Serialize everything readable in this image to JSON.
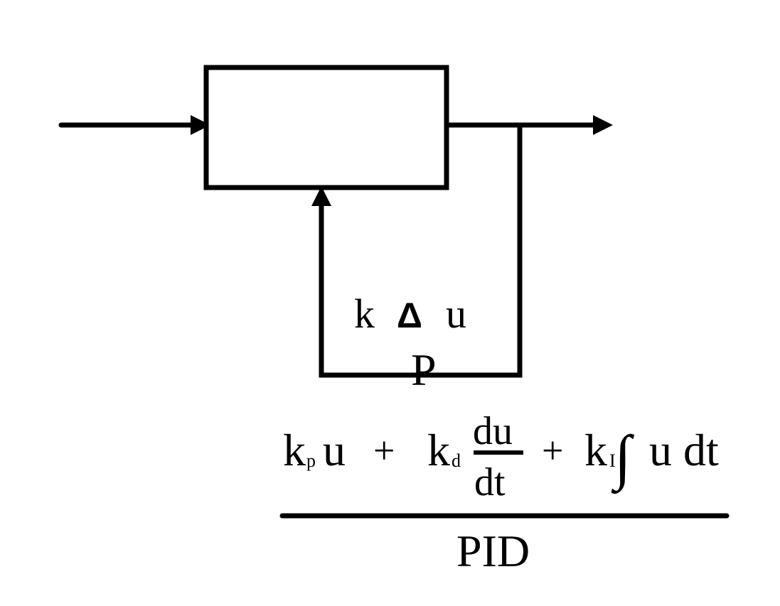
{
  "feedback_label": {
    "k": "k",
    "delta": "Δ",
    "u": "u",
    "P": "P"
  },
  "pid_formula": {
    "kp_k": "k",
    "kp_sub": "p",
    "kp_u": "u",
    "plus1": "+",
    "kd_k": "k",
    "kd_sub": "d",
    "frac_num": "du",
    "frac_den": "dt",
    "plus2": "+",
    "ki_k": "k",
    "ki_sub": "I",
    "integral_sign": "∫",
    "integrand": "u dt"
  },
  "caption": "PID"
}
